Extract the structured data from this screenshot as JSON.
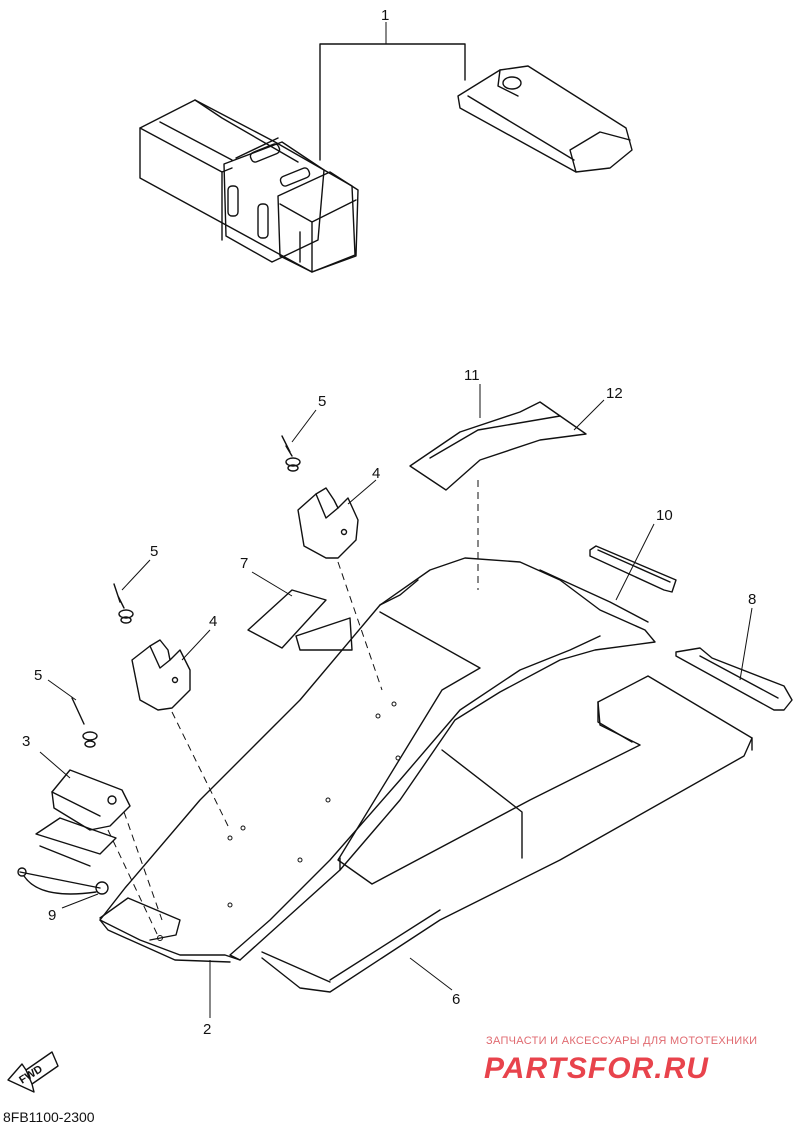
{
  "diagram": {
    "part_code": "8FB1100-2300",
    "fwd_label": "FWD",
    "callouts": {
      "c1": "1",
      "c2": "2",
      "c3": "3",
      "c4a": "4",
      "c4b": "4",
      "c5a": "5",
      "c5b": "5",
      "c5c": "5",
      "c6": "6",
      "c7": "7",
      "c8": "8",
      "c9": "9",
      "c10": "10",
      "c11": "11",
      "c12": "12"
    }
  },
  "watermark": {
    "tagline": "ЗАПЧАСТИ И АКСЕССУАРЫ ДЛЯ МОТОТЕХНИКИ",
    "brand": "PARTSFOR.RU",
    "color": "#e8434c"
  }
}
